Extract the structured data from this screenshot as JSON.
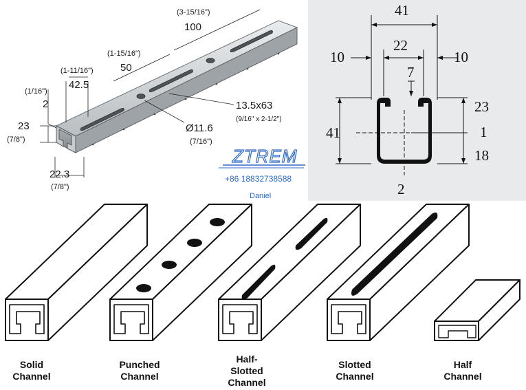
{
  "perspective_view": {
    "labels": {
      "d100_in": "(3-15/16\")",
      "d100": "100",
      "d50_in": "(1-15/16\")",
      "d50": "50",
      "d425_in": "(1-11/16\")",
      "d425": "42.5",
      "d2_in": "(1/16\")",
      "d2": "2",
      "d23": "23",
      "d23_in": "(7/8\")",
      "d223": "22.3",
      "d223_in": "(7/8\")",
      "slot": "13.5x63",
      "slot_in": "(9/16\" x 2-1/2\")",
      "hole": "Ø11.6",
      "hole_in": "(7/16\")"
    }
  },
  "cross_section": {
    "width_outer": "41",
    "left_lip": "10",
    "right_lip": "10",
    "opening": "22",
    "lip_depth": "7",
    "height": "41",
    "right_top": "23",
    "right_mid": "1",
    "right_bottom": "18",
    "thickness": "2"
  },
  "brand": {
    "logo_text": "ZTREM",
    "phone": "+86 18832738588",
    "contact": "Daniel"
  },
  "channel_types": [
    {
      "label_line1": "Solid",
      "label_line2": "Channel",
      "label_line3": ""
    },
    {
      "label_line1": "Punched",
      "label_line2": "Channel",
      "label_line3": ""
    },
    {
      "label_line1": "Half-",
      "label_line2": "Slotted",
      "label_line3": "Channel"
    },
    {
      "label_line1": "Slotted",
      "label_line2": "Channel",
      "label_line3": ""
    },
    {
      "label_line1": "Half",
      "label_line2": "Channel",
      "label_line3": ""
    }
  ]
}
